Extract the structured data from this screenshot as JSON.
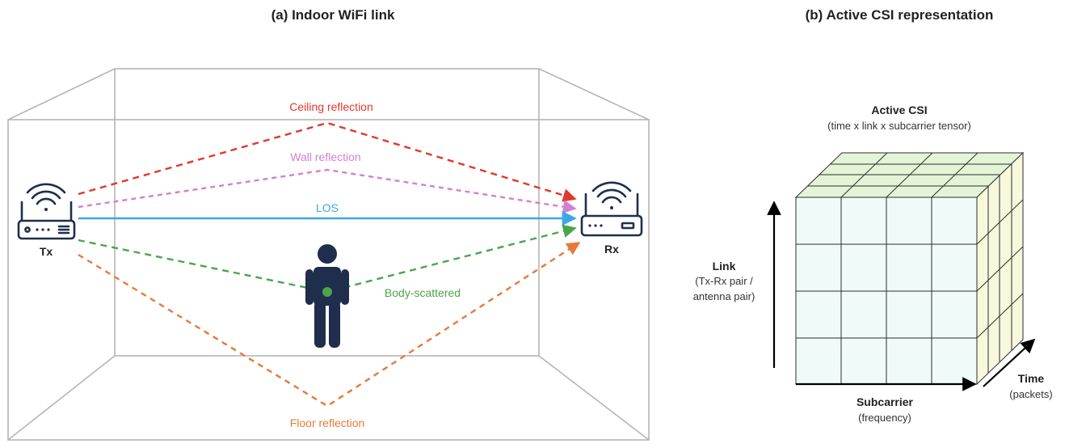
{
  "panel_a": {
    "title": "(a) Indoor WiFi link",
    "tx_label": "Tx",
    "rx_label": "Rx",
    "paths": {
      "ceiling": "Ceiling reflection",
      "wall": "Wall reflection",
      "los": "LOS",
      "body": "Body-scattered",
      "floor": "Floor reflection"
    },
    "icons": {
      "tx": "wifi-router-icon",
      "rx": "wifi-router-icon",
      "person": "person-icon"
    }
  },
  "panel_b": {
    "title": "(b) Active CSI representation",
    "cube_title": "Active CSI",
    "cube_subtitle": "(time x link x subcarrier tensor)",
    "axis_link": {
      "title": "Link",
      "line1": "(Tx-Rx pair /",
      "line2": "antenna pair)"
    },
    "axis_subcarrier": {
      "title": "Subcarrier",
      "sub": "(frequency)"
    },
    "axis_time": {
      "title": "Time",
      "sub": "(packets)"
    }
  },
  "colors": {
    "ceiling": "#e0382b",
    "wall": "#d47fd0",
    "los": "#3ea6e6",
    "body": "#4aa64a",
    "floor": "#e57a38",
    "room": "#b5b5b5",
    "device": "#1f2e4d",
    "cube_front": "#f0fbf9",
    "cube_top": "#e4f5d7",
    "cube_side": "#f8f8dc"
  }
}
